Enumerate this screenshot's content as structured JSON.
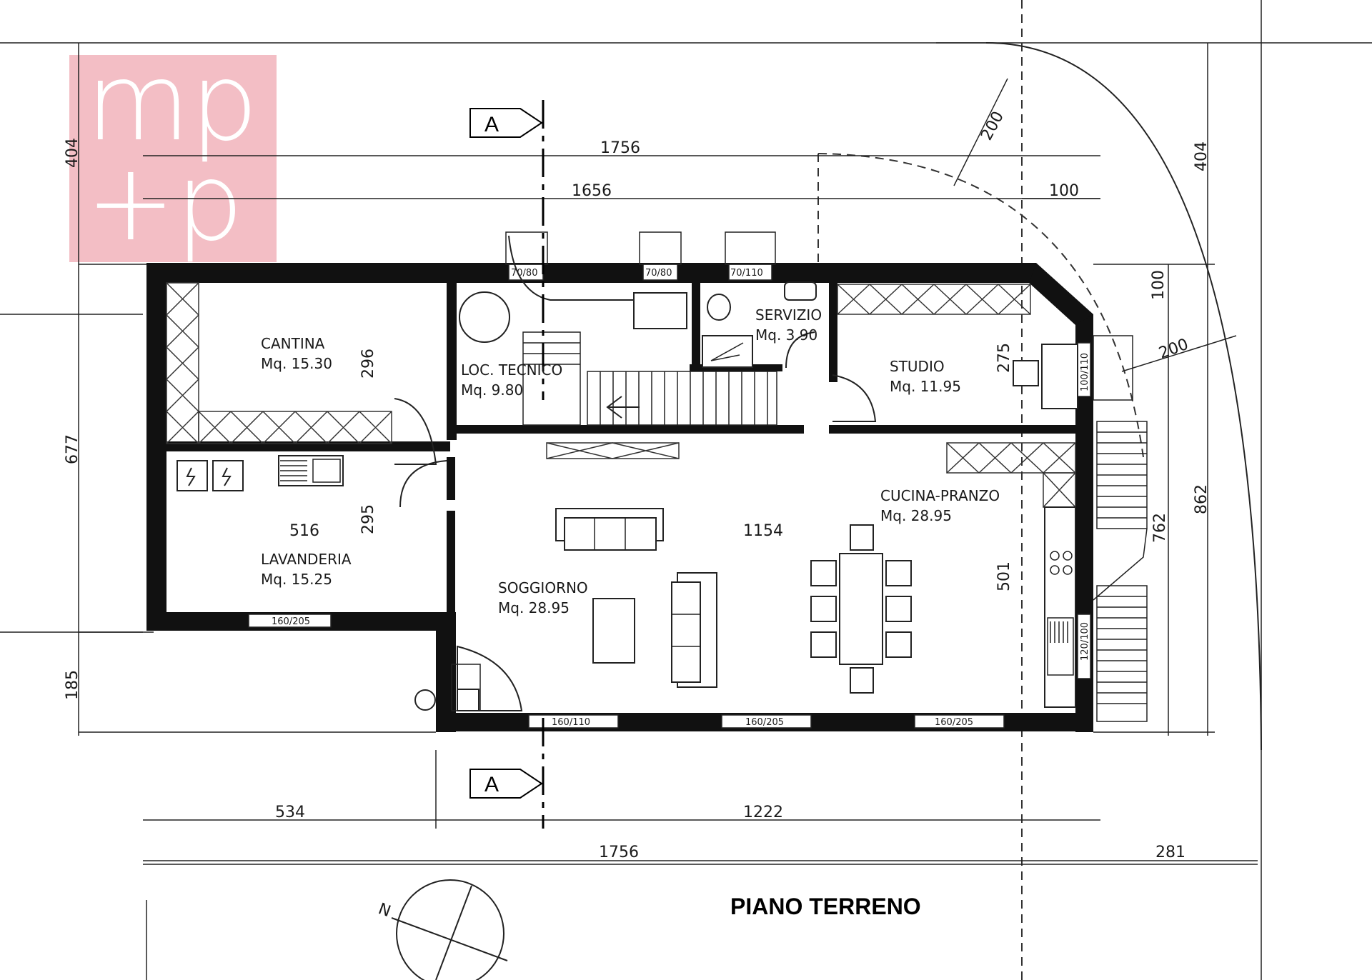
{
  "title": "PIANO TERRENO",
  "logo": {
    "line1": "mp",
    "line2": "+p",
    "color": "#f2b7bf"
  },
  "section_marker": "A",
  "rooms": [
    {
      "name": "CANTINA",
      "area": "Mq. 15.30"
    },
    {
      "name": "LOC. TECNICO",
      "area": "Mq. 9.80"
    },
    {
      "name": "SERVIZIO",
      "area": "Mq. 3.90"
    },
    {
      "name": "STUDIO",
      "area": "Mq. 11.95"
    },
    {
      "name": "CUCINA-PRANZO",
      "area": "Mq. 28.95"
    },
    {
      "name": "LAVANDERIA",
      "area": "Mq. 15.25"
    },
    {
      "name": "SOGGIORNO",
      "area": "Mq. 28.95"
    }
  ],
  "dimensions": {
    "top_total": "1756",
    "top_inner": "1656",
    "right_offset": "100",
    "right_offset_v": "100",
    "radius_top": "200",
    "radius_right": "200",
    "left_top": "404",
    "right_top": "404",
    "left_mid": "677",
    "left_bottom": "185",
    "right_total": "862",
    "right_stair": "762",
    "cantina_h": "296",
    "lavanderia_h": "295",
    "lavanderia_w": "516",
    "living_w": "1154",
    "studio_h": "275",
    "living_h": "501",
    "bottom_left": "534",
    "bottom_right": "1222",
    "bottom_total": "1756",
    "bottom_offset": "281"
  },
  "openings": [
    "70/80",
    "70/80",
    "70/110",
    "100/110",
    "160/205",
    "160/110",
    "160/205",
    "160/205",
    "120/100"
  ],
  "north_label": "N"
}
